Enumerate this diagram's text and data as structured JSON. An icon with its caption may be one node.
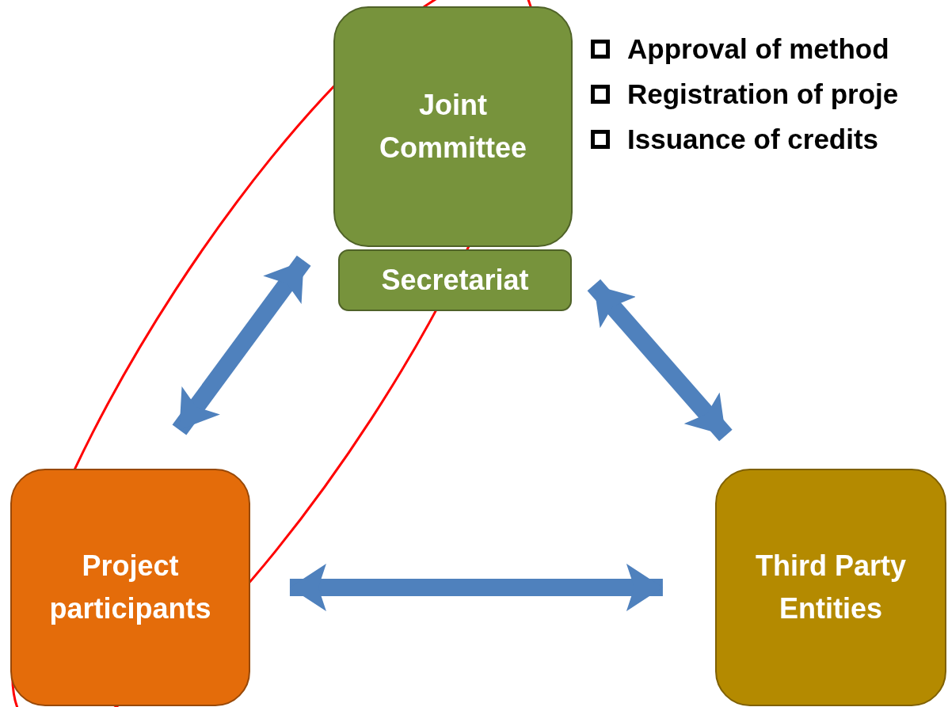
{
  "diagram": {
    "nodes": [
      {
        "text": [
          "Joint Committee"
        ]
      },
      {
        "text": [
          "Secretariat"
        ]
      },
      {
        "text": [
          "Project participants"
        ]
      },
      {
        "text": [
          "Third Party Entities"
        ]
      }
    ],
    "edges": [
      {
        "from": 0,
        "to": 2,
        "arrow": "both"
      },
      {
        "from": 1,
        "to": 3,
        "arrow": "both"
      },
      {
        "from": 2,
        "to": 3,
        "arrow": "both"
      }
    ],
    "labels": [
      "Approval of method",
      "Registration of proje",
      "Issuance of credits"
    ]
  }
}
